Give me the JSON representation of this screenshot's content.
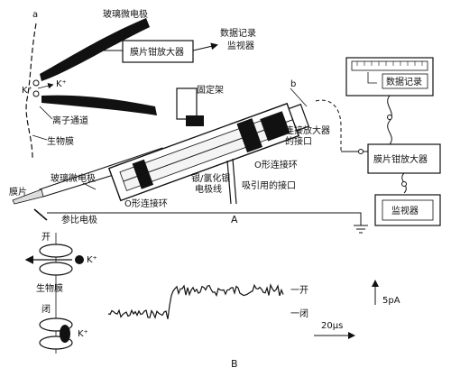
{
  "panel_a": {
    "letter_a": "a",
    "letter_b": "b",
    "letter_A": "A",
    "glass_electrode_top": "玻璃微电极",
    "amplifier_box": "膜片钳放大器",
    "data_recorder_monitor": [
      "数据记录",
      "监视器"
    ],
    "k_ion_left": "K⁺",
    "k_ion_right": "K⁺",
    "ion_channel": "离子通道",
    "bio_membrane": "生物膜",
    "holder": "固定架",
    "amp_port": [
      "连接放大器",
      "的接口"
    ],
    "o_ring_right": "O形连接环",
    "glass_electrode_left": "玻璃微电极",
    "patch": "膜片",
    "o_ring_left": "O形连接环",
    "agcl_wire": [
      "银/氯化银",
      "电极线"
    ],
    "suction_port": "吸引用的接口",
    "reference_electrode": "参比电极",
    "right_data_record": "数据记录",
    "right_amplifier": "膜片钳放大器",
    "right_monitor": "监视器"
  },
  "panel_b": {
    "letter_B": "B",
    "open_label": "开",
    "membrane_label": "生物膜",
    "closed_label": "闭",
    "k_ion_top": "K⁺",
    "k_ion_bottom": "K⁺",
    "trace_open": "一开",
    "trace_closed": "一闭",
    "time_scale": "20μs",
    "current_scale": "5pA"
  }
}
